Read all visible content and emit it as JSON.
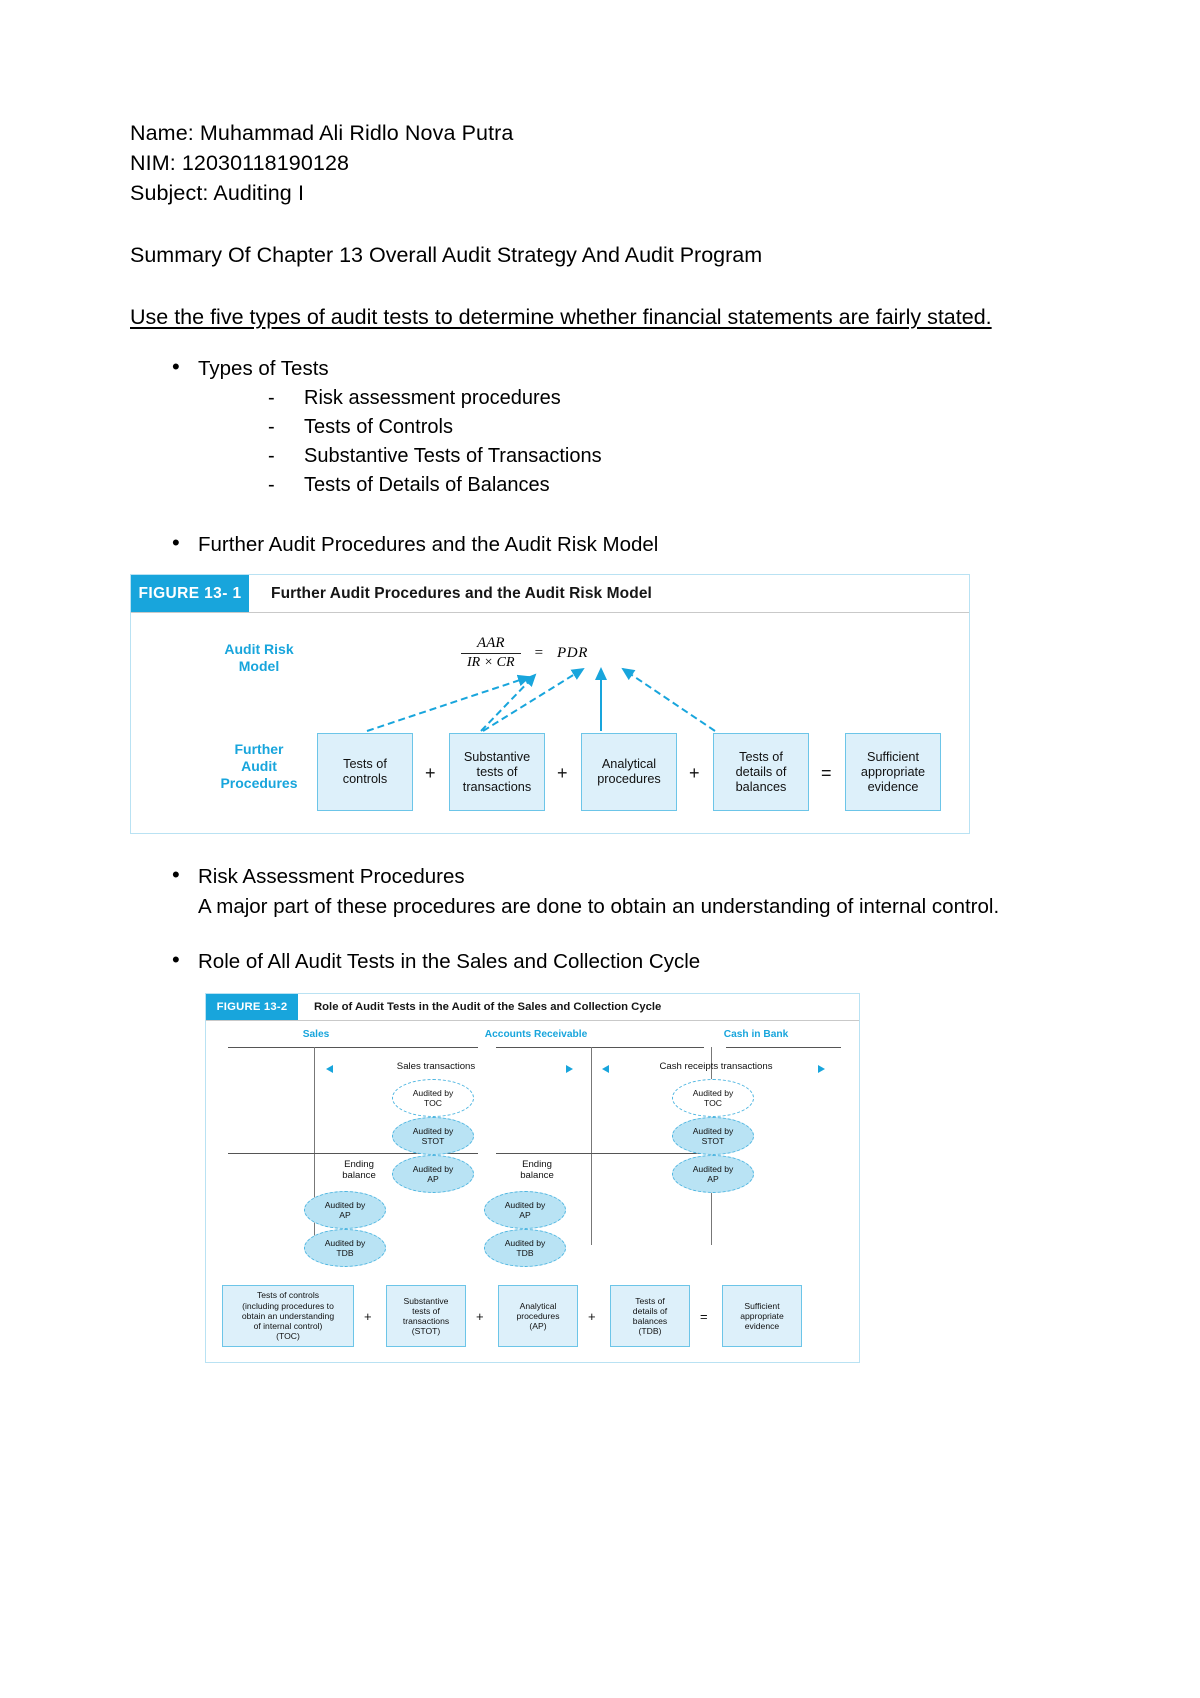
{
  "header": {
    "name_line": "Name: Muhammad Ali Ridlo Nova Putra",
    "nim_line": "NIM: 12030118190128",
    "subject_line": "Subject: Auditing I",
    "summary_line": "Summary Of Chapter 13 Overall Audit Strategy And Audit Program",
    "underlined_heading": "Use the five types of audit tests to determine whether financial statements are fairly stated."
  },
  "bullets": {
    "types_of_tests": "Types of Tests",
    "dash_items": [
      "Risk assessment procedures",
      "Tests of Controls",
      "Substantive Tests of Transactions",
      "Tests of Details of Balances"
    ],
    "further_audit_procedures": "Further Audit Procedures and the Audit Risk Model",
    "risk_assessment_procedures": "Risk Assessment Procedures",
    "risk_assessment_text": "A major part of these procedures are done to obtain an understanding of internal control.",
    "role_of_all_audit_tests": "Role of All Audit Tests in the Sales and Collection Cycle"
  },
  "figure1": {
    "tag": "FIGURE 13- 1",
    "title": "Further Audit Procedures and the Audit Risk Model",
    "side_label_top": "Audit Risk\nModel",
    "side_label_top_l1": "Audit Risk",
    "side_label_top_l2": "Model",
    "side_label_bottom_l1": "Further",
    "side_label_bottom_l2": "Audit",
    "side_label_bottom_l3": "Procedures",
    "formula": {
      "numerator": "AAR",
      "denominator": "IR × CR",
      "equals": "=",
      "result": "PDR"
    },
    "boxes": [
      "Tests of\ncontrols",
      "Substantive\ntests of\ntransactions",
      "Analytical\nprocedures",
      "Tests of\ndetails of\nbalances",
      "Sufficient\nappropriate\nevidence"
    ],
    "operators": [
      "+",
      "+",
      "+",
      "="
    ]
  },
  "figure2": {
    "tag": "FIGURE 13-2",
    "title": "Role of Audit Tests in the Audit of the Sales and Collection Cycle",
    "columns": [
      "Sales",
      "Accounts Receivable",
      "Cash in Bank"
    ],
    "transaction_labels": [
      "Sales transactions",
      "Cash receipts transactions"
    ],
    "ending_balance_label": "Ending\nbalance",
    "ending_balance_l1": "Ending",
    "ending_balance_l2": "balance",
    "ellipses_sales": [
      "Audited by\nTOC",
      "Audited by\nSTOT",
      "Audited by\nAP"
    ],
    "ellipses_ar": [
      "Audited by\nAP",
      "Audited by\nTDB"
    ],
    "ellipses_cash": [
      "Audited by\nTOC",
      "Audited by\nSTOT",
      "Audited by\nAP"
    ],
    "ellipses_ar_balance": [
      "Audited by\nAP",
      "Audited by\nTDB"
    ],
    "boxes": [
      "Tests of controls\n(including procedures to\nobtain an understanding\nof internal control)\n(TOC)",
      "Substantive\ntests of\ntransactions\n(STOT)",
      "Analytical\nprocedures\n(AP)",
      "Tests of\ndetails of\nbalances\n(TDB)",
      "Sufficient\nappropriate\nevidence"
    ],
    "operators": [
      "+",
      "+",
      "+",
      "="
    ]
  },
  "colors": {
    "accent": "#18A5DC",
    "box_fill": "#ddf0fa",
    "box_border": "#6cc5e8",
    "ellipse_fill": "#b9e3f4"
  }
}
